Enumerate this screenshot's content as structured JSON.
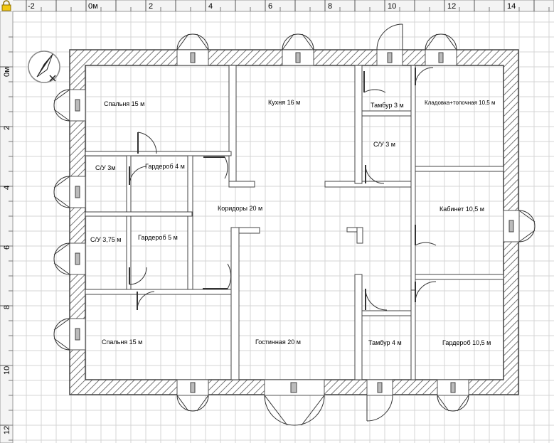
{
  "rulers": {
    "top_labels": [
      {
        "text": "-2",
        "m": -2
      },
      {
        "text": "0м",
        "m": 0
      },
      {
        "text": "2",
        "m": 2
      },
      {
        "text": "4",
        "m": 4
      },
      {
        "text": "6",
        "m": 6
      },
      {
        "text": "8",
        "m": 8
      },
      {
        "text": "10",
        "m": 10
      },
      {
        "text": "12",
        "m": 12
      },
      {
        "text": "14",
        "m": 14
      }
    ],
    "left_labels": [
      {
        "text": "0м",
        "m": 0
      },
      {
        "text": "2",
        "m": 2
      },
      {
        "text": "4",
        "m": 4
      },
      {
        "text": "6",
        "m": 6
      },
      {
        "text": "8",
        "m": 8
      },
      {
        "text": "10",
        "m": 10
      },
      {
        "text": "12",
        "m": 12
      }
    ]
  },
  "rooms": [
    {
      "id": "bedroom-1",
      "label": "Спальня 15 м"
    },
    {
      "id": "kitchen",
      "label": "Кухня 16 м"
    },
    {
      "id": "vestibule-1",
      "label": "Тамбур 3 м"
    },
    {
      "id": "storage-boiler",
      "label": "Кладовка+топочная 10,5 м"
    },
    {
      "id": "bathroom-1",
      "label": "С/У 3м"
    },
    {
      "id": "wardrobe-1",
      "label": "Гардероб 4 м"
    },
    {
      "id": "bathroom-2",
      "label": "С/У 3 м"
    },
    {
      "id": "corridors",
      "label": "Коридоры 20 м"
    },
    {
      "id": "study",
      "label": "Кабинет 10,5 м"
    },
    {
      "id": "bathroom-3",
      "label": "С/У 3,75 м"
    },
    {
      "id": "wardrobe-2",
      "label": "Гардероб 5 м"
    },
    {
      "id": "bedroom-2",
      "label": "Спальня 15 м"
    },
    {
      "id": "living-room",
      "label": "Гостинная 20 м"
    },
    {
      "id": "vestibule-2",
      "label": "Тамбур 4 м"
    },
    {
      "id": "wardrobe-3",
      "label": "Гардероб 10,5 м"
    }
  ],
  "colors": {
    "grid": "#c8c8c8",
    "wall": "#555555",
    "hatch": "#888888",
    "ruler_bg": "#f4f4f4",
    "accent": "#f2c811"
  },
  "icons": {
    "compass": "compass-icon",
    "lock": "lock-icon"
  }
}
